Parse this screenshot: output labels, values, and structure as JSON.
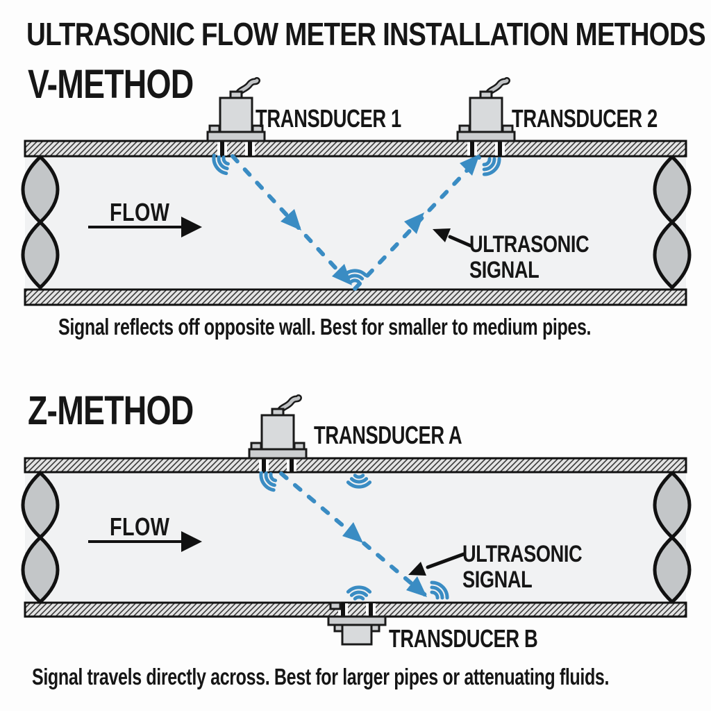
{
  "title": "ULTRASONIC FLOW METER INSTALLATION METHODS",
  "colors": {
    "signal_blue": "#3a8cc3",
    "diagram_ink": "#111111",
    "pipe_interior": "#f1f2f3",
    "metal_gray": "#d8dadc"
  },
  "v_method": {
    "heading": "V-METHOD",
    "transducer1_label": "TRANSDUCER 1",
    "transducer2_label": "TRANSDUCER 2",
    "flow_label": "FLOW",
    "signal_label_line1": "ULTRASONIC",
    "signal_label_line2": "SIGNAL",
    "caption": "Signal reflects off opposite wall. Best for smaller to medium pipes."
  },
  "z_method": {
    "heading": "Z-METHOD",
    "transducer_a_label": "TRANSDUCER A",
    "transducer_b_label": "TRANSDUCER B",
    "flow_label": "FLOW",
    "signal_label_line1": "ULTRASONIC",
    "signal_label_line2": "SIGNAL",
    "caption": "Signal travels directly across. Best for larger pipes or attenuating fluids."
  }
}
